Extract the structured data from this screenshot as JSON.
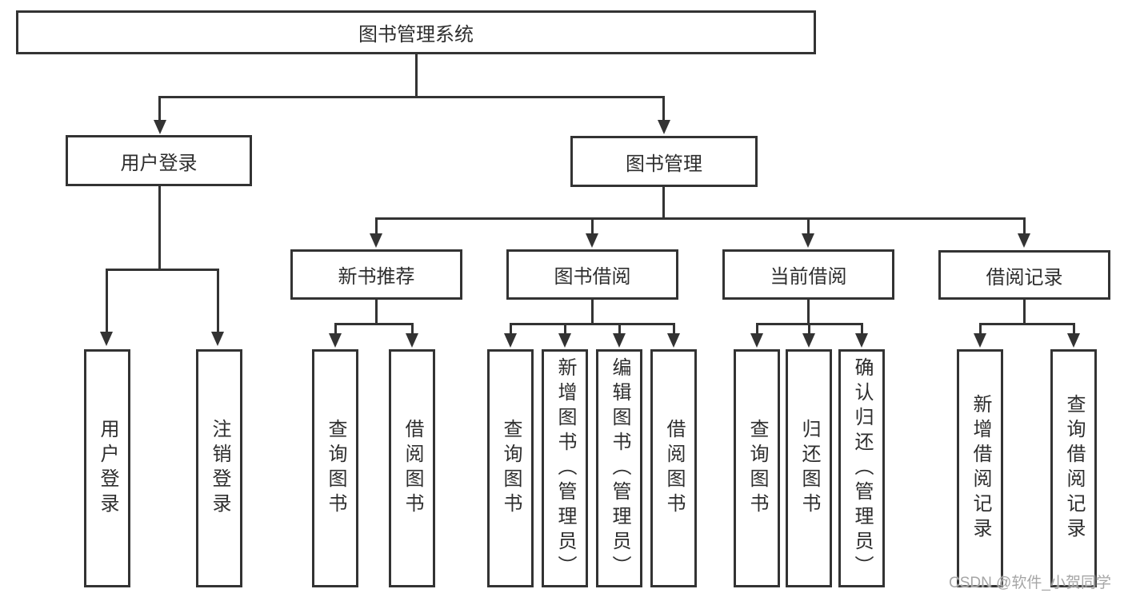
{
  "diagram": {
    "title_node": {
      "label": "图书管理系统"
    },
    "root": {
      "label": "图书管理系统"
    },
    "level1": [
      {
        "label": "用户登录"
      },
      {
        "label": "图书管理"
      }
    ],
    "level2": [
      {
        "label": "新书推荐"
      },
      {
        "label": "图书借阅"
      },
      {
        "label": "当前借阅"
      },
      {
        "label": "借阅记录"
      }
    ],
    "leaves": {
      "user_login": [
        "用户登录",
        "注销登录"
      ],
      "new_book": [
        "查询图书",
        "借阅图书"
      ],
      "book_borrow": [
        "查询图书",
        "新增图书（管理员）",
        "编辑图书（管理员）",
        "借阅图书"
      ],
      "current_borrow": [
        "查询图书",
        "归还图书",
        "确认归还（管理员）"
      ],
      "borrow_record": [
        "新增借阅记录",
        "查询借阅记录"
      ]
    }
  },
  "watermark": {
    "text": "CSDN @软件_小贺同学"
  },
  "colors": {
    "line": "#333333",
    "background": "#ffffff",
    "watermark": "#a6a6a6"
  }
}
